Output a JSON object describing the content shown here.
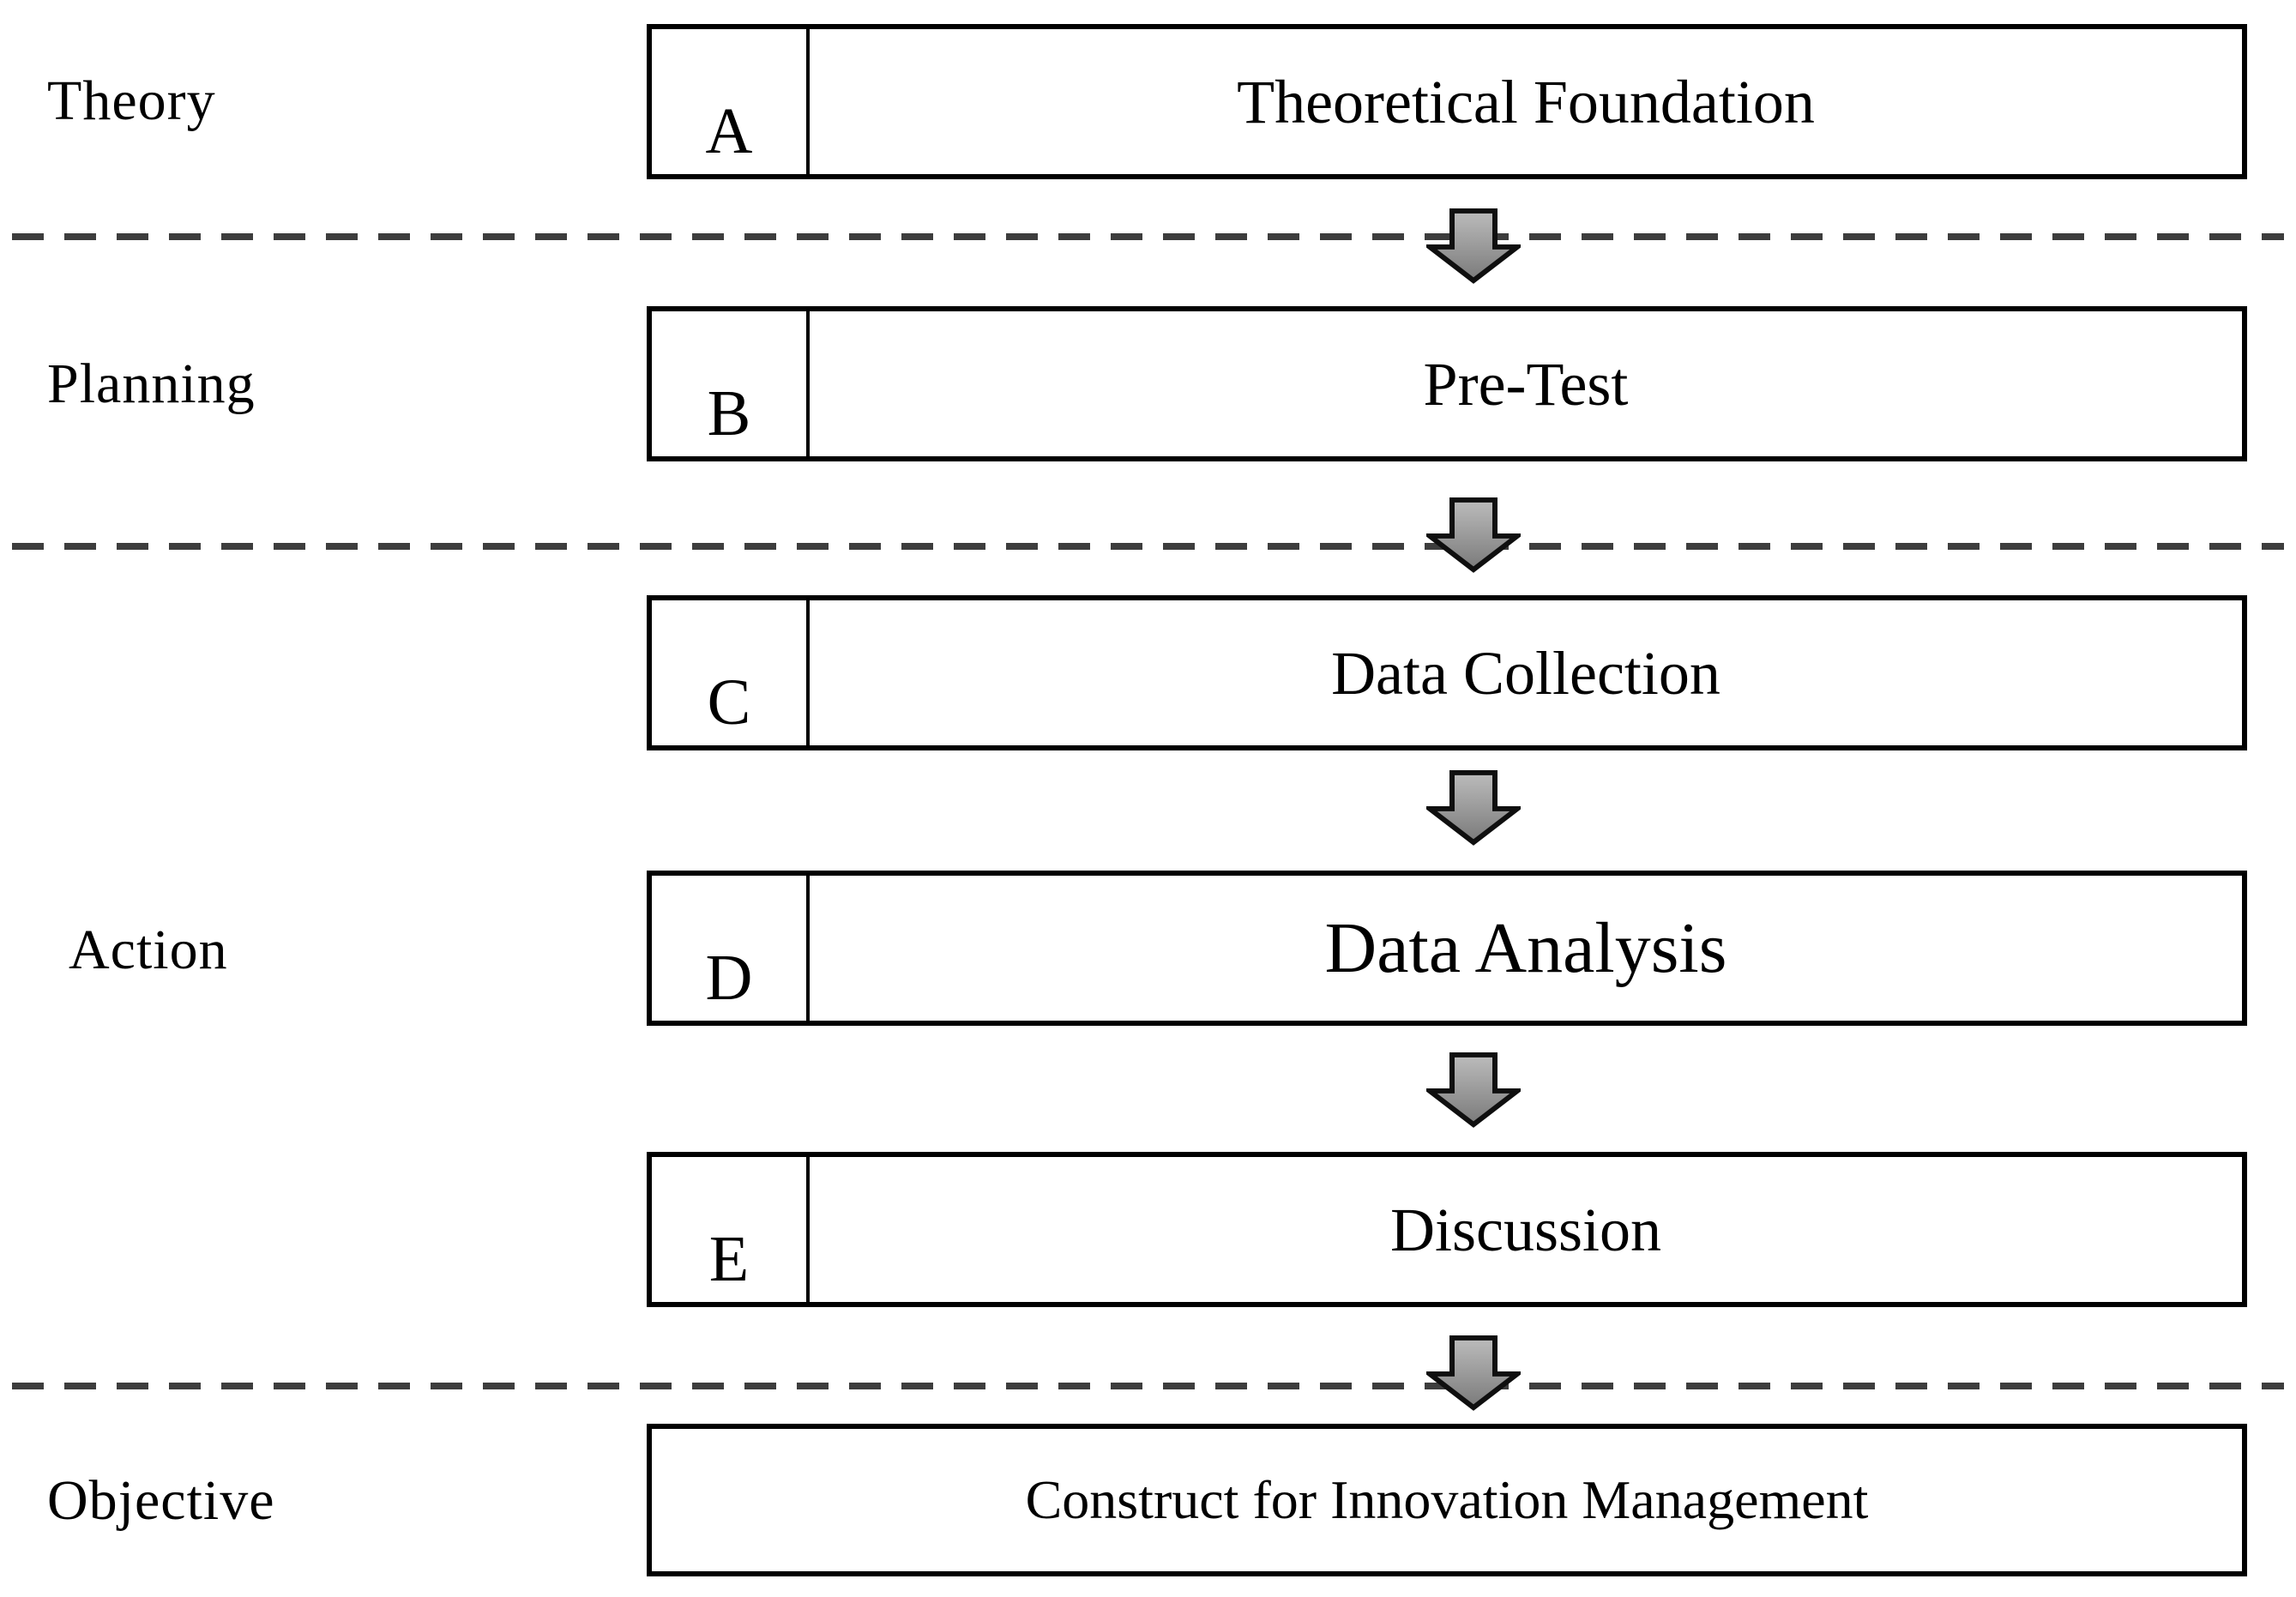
{
  "diagram": {
    "stages": [
      {
        "label": "Theory"
      },
      {
        "label": "Planning"
      },
      {
        "label": "Action"
      },
      {
        "label": "Objective"
      }
    ],
    "rows": [
      {
        "letter": "A",
        "label": "Theoretical Foundation"
      },
      {
        "letter": "B",
        "label": "Pre-Test"
      },
      {
        "letter": "C",
        "label": "Data Collection"
      },
      {
        "letter": "D",
        "label": "Data Analysis"
      },
      {
        "letter": "E",
        "label": "Discussion"
      }
    ],
    "objective_box": {
      "label": "Construct for Innovation Management"
    },
    "colors": {
      "background": "#ffffff",
      "border": "#000000",
      "dashed_line": "#3d3d3d",
      "arrow_fill_top": "#bcbcbc",
      "arrow_fill_bottom": "#7a7a7a",
      "arrow_outline": "#0f0f0f"
    }
  }
}
